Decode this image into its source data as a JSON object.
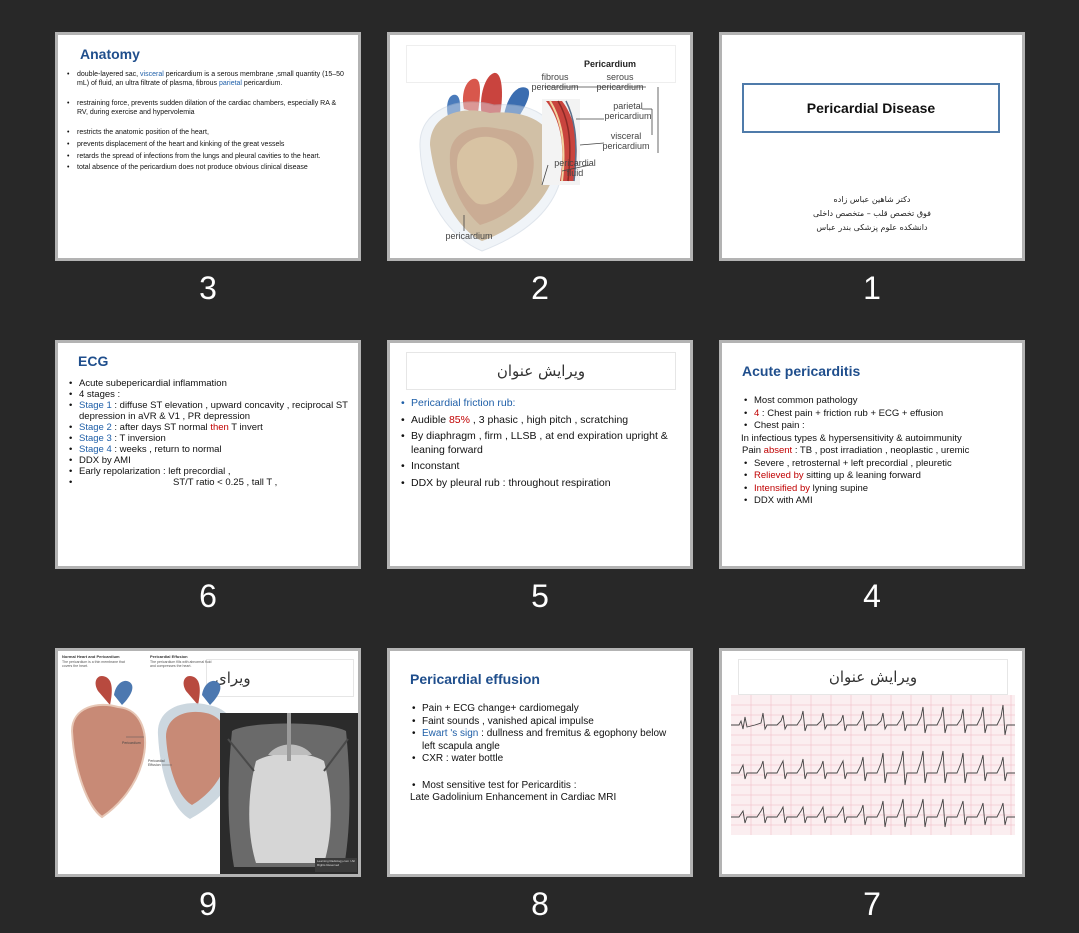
{
  "slides": {
    "s3": {
      "num": "3",
      "title": "Anatomy",
      "b1_pre": "double-layered sac, ",
      "b1_visceral": "visceral",
      "b1_mid": " pericardium is a serous membrane ,small quantity (15–50 mL) of fluid, an ultra filtrate of plasma,  fibrous ",
      "b1_parietal": "parietal",
      "b1_post": " pericardium.",
      "b2": "restraining force, prevents sudden dilation of the cardiac chambers, especially RA & RV, during exercise and  hypervolemia",
      "b3": "restricts the anatomic position of the heart,",
      "b4": "prevents displacement of the heart and kinking of the great vessels",
      "b5": " retards the spread of infections from the lungs and pleural cavities to the heart.",
      "b6": "total absence of the pericardium does not produce obvious clinical disease"
    },
    "s2": {
      "num": "2",
      "label_pericardium_top": "Pericardium",
      "label_fibrous": "fibrous pericardium",
      "label_serous": "serous pericardium",
      "label_parietal": "parietal pericardium",
      "label_visceral": "visceral pericardium",
      "label_fluid": "pericardial fluid",
      "label_pericardium_bottom": "pericardium"
    },
    "s1": {
      "num": "1",
      "title": "Pericardial Disease",
      "line1": "دکتر شاهین عباس زاده",
      "line2": "فوق تخصص قلب – متخصص داخلی",
      "line3": "دانشکده علوم پزشکی بندر عباس"
    },
    "s6": {
      "num": "6",
      "title": "ECG",
      "b1": "Acute subepericardial inflammation",
      "b2": "4 stages :",
      "b3_stage": "Stage 1",
      "b3_text": " : diffuse ST elevation , upward concavity , reciprocal ST depression in aVR & V1 , PR depression",
      "b4_stage": "Stage 2",
      "b4_pre": " : after days ST normal ",
      "b4_then": "then",
      "b4_post": " T invert",
      "b5_stage": "Stage 3",
      "b5_text": " : T inversion",
      "b6_stage": "Stage 4",
      "b6_text": " : weeks , return to normal",
      "b7": "DDX by AMI",
      "b8": "Early repolarization : left precordial ,",
      "b8_cont": "ST/T ratio < 0.25 , tall T ,"
    },
    "s5": {
      "num": "5",
      "title": "ویرایش عنوان",
      "b1": "Pericardial friction rub:",
      "b2_pre": "Audible ",
      "b2_pct": "85%",
      "b2_post": " , 3 phasic , high pitch , scratching",
      "b3": "By diaphragm , firm , LLSB , at end expiration upright & leaning forward",
      "b4": "Inconstant",
      "b5": "DDX by  pleural rub : throughout respiration"
    },
    "s4": {
      "num": "4",
      "title": "Acute pericarditis",
      "b1": "Most common pathology",
      "b2_num": "4",
      "b2_text": " : Chest pain + friction rub + ECG + effusion",
      "b3": "Chest pain :",
      "l1": "In infectious types & hypersensitivity & autoimmunity",
      "l2_pre": "Pain ",
      "l2_absent": "absent",
      "l2_post": " : TB , post irradiation , neoplastic , uremic",
      "b4": "Severe , retrosternal + left precordial , pleuretic",
      "b5_red": "Relieved by",
      "b5_text": " sitting up & leaning forward",
      "b6_red": "Intensified by",
      "b6_text": " lyning supine",
      "b7": "DDX with  AMI"
    },
    "s9": {
      "num": "9",
      "title_fragment": "ویرای",
      "caption_normal": "Normal Heart and Pericardium",
      "caption_normal_sub": "The pericardium is a thin membrane that covers the heart.",
      "caption_effusion": "Pericardial Effusion",
      "caption_effusion_sub": "The pericardium fills with abnormal fluid and compresses the heart.",
      "label_pericardium": "Pericardium",
      "label_effusion": "Pericardial Effusion",
      "xray_watermark": "Learning Radiology.com / All Rights Reserved"
    },
    "s8": {
      "num": "8",
      "title": "Pericardial effusion",
      "b1": "Pain + ECG change+ cardiomegaly",
      "b2": "Faint sounds , vanished apical impulse",
      "b3_sign": "Ewart 's sign",
      "b3_text": " : dullness and fremitus & egophony below left scapula angle",
      "b4": "CXR : water bottle",
      "b5": "Most sensitive test for Pericarditis :",
      "l1": "Late Gadolinium Enhancement in Cardiac MRI"
    },
    "s7": {
      "num": "7",
      "title": "ویرایش عنوان"
    }
  },
  "colors": {
    "background": "#282828",
    "slide_border": "#b3b3b3",
    "title_blue": "#1f4e8c",
    "accent_blue": "#1f5fa8",
    "accent_red": "#c00000"
  }
}
